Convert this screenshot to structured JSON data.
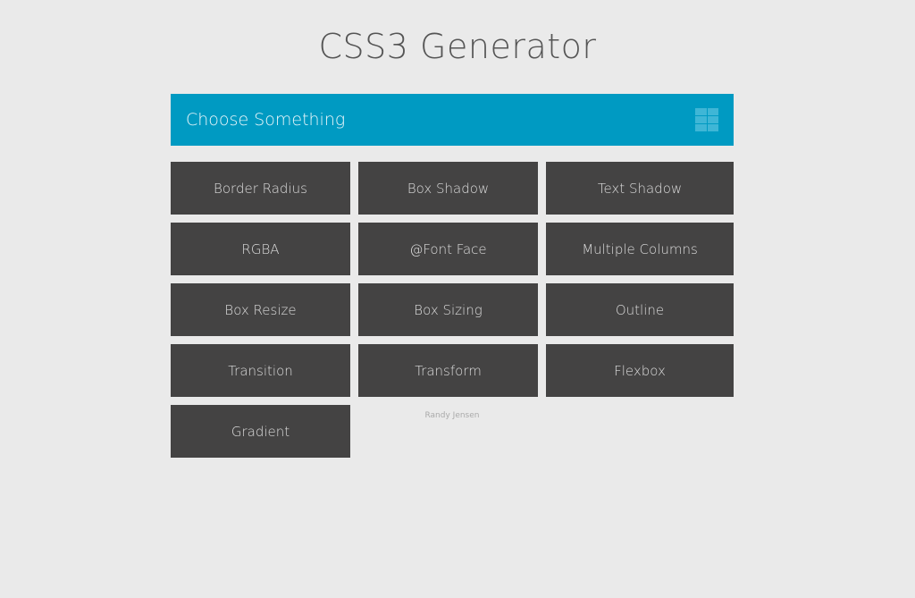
{
  "page": {
    "title": "CSS3 Generator"
  },
  "header": {
    "label": "Choose Something",
    "icon": "grid-menu-icon",
    "color": "#009ac2"
  },
  "tiles": [
    "Border Radius",
    "Box Shadow",
    "Text Shadow",
    "RGBA",
    "@Font Face",
    "Multiple Columns",
    "Box Resize",
    "Box Sizing",
    "Outline",
    "Transition",
    "Transform",
    "Flexbox",
    "Gradient"
  ],
  "footer": {
    "credit": "Randy Jensen"
  }
}
